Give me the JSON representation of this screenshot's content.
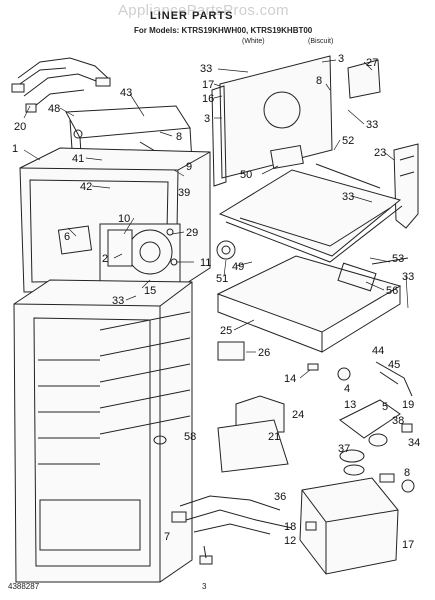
{
  "watermark": "AppliancePartsPros.com",
  "header": {
    "title": "LINER PARTS",
    "models": "For Models: KTRS19KHWH00, KTRS19KHBT00",
    "color_1": "(White)",
    "color_2": "(Biscuit)"
  },
  "footer": {
    "doc_number": "4388287",
    "page_number": "3"
  },
  "callouts": [
    "1",
    "2",
    "3",
    "3",
    "4",
    "5",
    "6",
    "7",
    "8",
    "8",
    "9",
    "10",
    "11",
    "12",
    "13",
    "14",
    "15",
    "16",
    "17",
    "18",
    "19",
    "20",
    "21",
    "23",
    "24",
    "25",
    "26",
    "27",
    "29",
    "33",
    "33",
    "33",
    "33",
    "33",
    "33",
    "34",
    "36",
    "37",
    "38",
    "39",
    "41",
    "42",
    "43",
    "44",
    "45",
    "48",
    "49",
    "50",
    "51",
    "52",
    "53",
    "56",
    "58"
  ]
}
